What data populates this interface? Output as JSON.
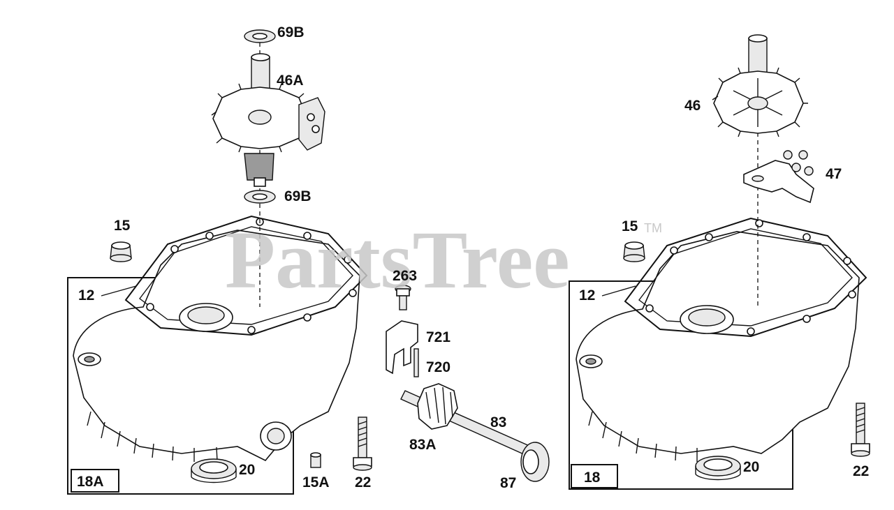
{
  "watermark": {
    "text": "PartsTree",
    "trademark": "TM"
  },
  "groups": [
    {
      "box_label": "18A"
    },
    {
      "box_label": "18"
    }
  ],
  "callouts": {
    "l_69b_top": "69B",
    "l_46a": "46A",
    "l_69b_mid": "69B",
    "l_15_left": "15",
    "l_12_left": "12",
    "l_263": "263",
    "l_721": "721",
    "l_720": "720",
    "l_83": "83",
    "l_83a": "83A",
    "l_87": "87",
    "l_20_left": "20",
    "l_15a": "15A",
    "l_22_left": "22",
    "l_46": "46",
    "l_47": "47",
    "l_15_right": "15",
    "l_12_right": "12",
    "l_20_right": "20",
    "l_22_right": "22"
  }
}
